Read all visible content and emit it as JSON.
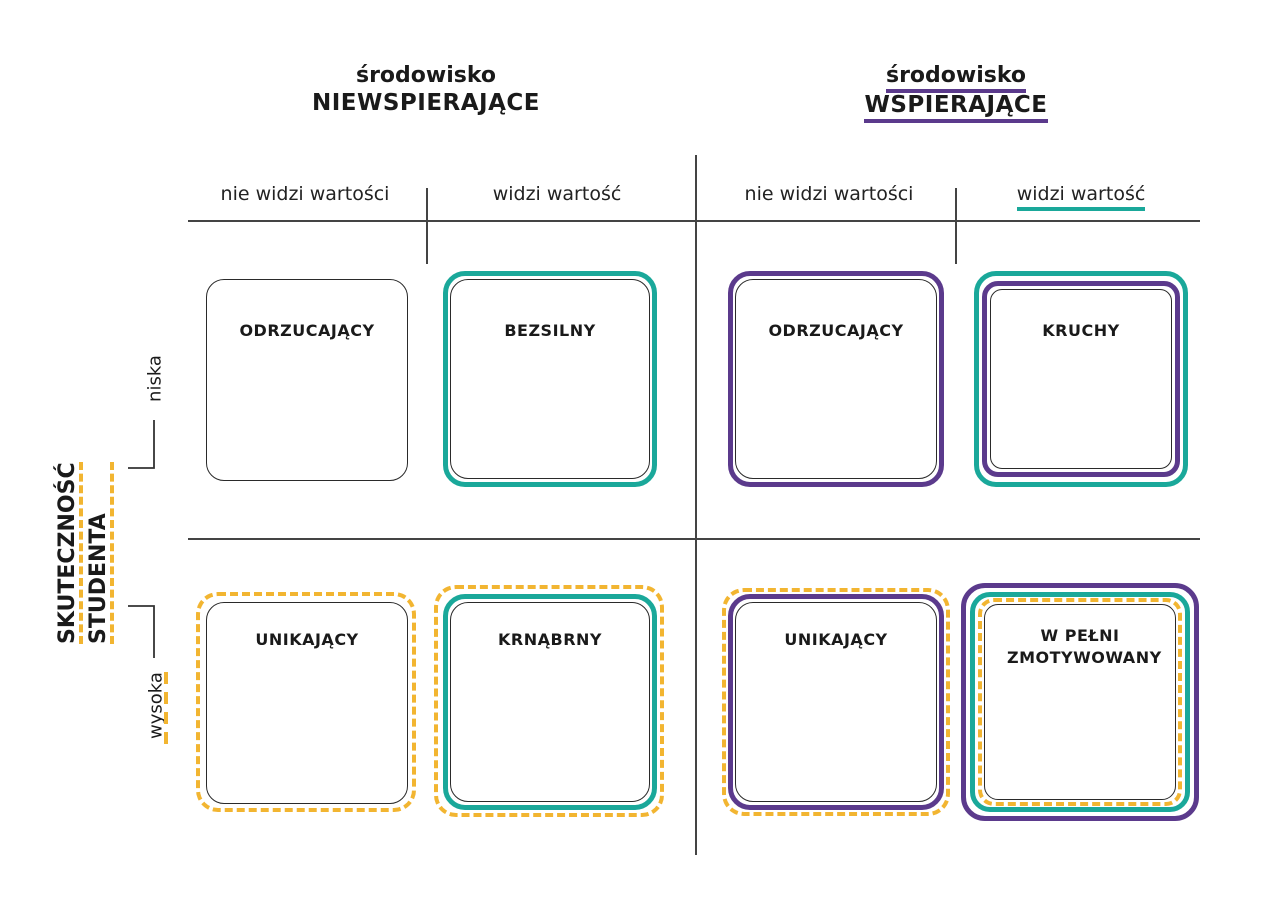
{
  "headers": {
    "left": {
      "small": "środowisko",
      "big": "NIEWSPIERAJĄCE"
    },
    "right": {
      "small": "środowisko",
      "big": "WSPIERAJĄCE"
    }
  },
  "columns": [
    "nie widzi wartości",
    "widzi wartość",
    "nie widzi wartości",
    "widzi wartość"
  ],
  "y_axis": {
    "line1": "SKUTECZNOŚĆ",
    "line2": "STUDENTA"
  },
  "rows": {
    "low": "niska",
    "high": "wysoka"
  },
  "cards": [
    {
      "label": "ODRZUCAJĄCY"
    },
    {
      "label": "BEZSILNY"
    },
    {
      "label": "ODRZUCAJĄCY"
    },
    {
      "label": "KRUCHY"
    },
    {
      "label": "UNIKAJĄCY"
    },
    {
      "label": "KRNĄBRNY"
    },
    {
      "label": "UNIKAJĄCY"
    },
    {
      "label": "W PEŁNI ZMOTYWOWANY"
    }
  ],
  "colors": {
    "teal": "#1aa89a",
    "purple": "#5b3a8c",
    "yellow": "#f2b531"
  }
}
